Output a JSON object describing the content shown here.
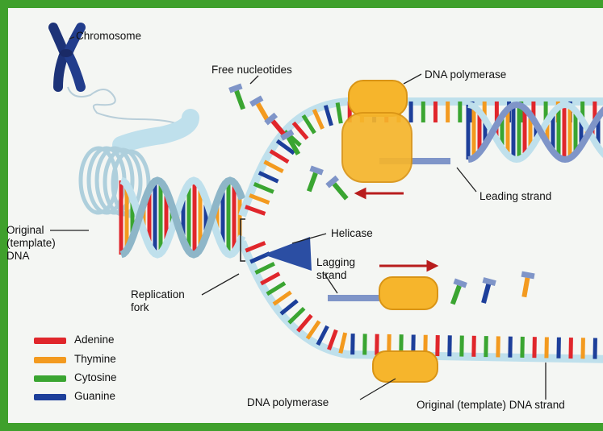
{
  "labels": {
    "chromosome": "Chromosome",
    "free_nucleotides": "Free nucleotides",
    "dna_polymerase_top": "DNA polymerase",
    "leading_strand": "Leading strand",
    "original_template_dna_line1": "Original",
    "original_template_dna_line2": "(template)",
    "original_template_dna_line3": "DNA",
    "helicase": "Helicase",
    "lagging_strand_line1": "Lagging",
    "lagging_strand_line2": "strand",
    "replication_fork_line1": "Replication",
    "replication_fork_line2": "fork",
    "dna_polymerase_bottom": "DNA polymerase",
    "original_template_dna_strand": "Original (template) DNA strand"
  },
  "legend": [
    {
      "label": "Adenine",
      "color": "#e0262b"
    },
    {
      "label": "Thymine",
      "color": "#f39a1f"
    },
    {
      "label": "Cytosine",
      "color": "#3aa531"
    },
    {
      "label": "Guanine",
      "color": "#1d3f9a"
    }
  ],
  "colors": {
    "backbone": "#bfe0ec",
    "backbone_dark": "#8eb6c8",
    "polymerase": "#f6b52c",
    "helicase": "#2b4ea3",
    "arrow": "#b81d1d",
    "new_strand": "#7f95c8",
    "frame": "#3fa02c"
  },
  "icons": [
    "chromosome-icon",
    "helicase-icon",
    "dna-polymerase-icon",
    "direction-arrow-icon"
  ]
}
